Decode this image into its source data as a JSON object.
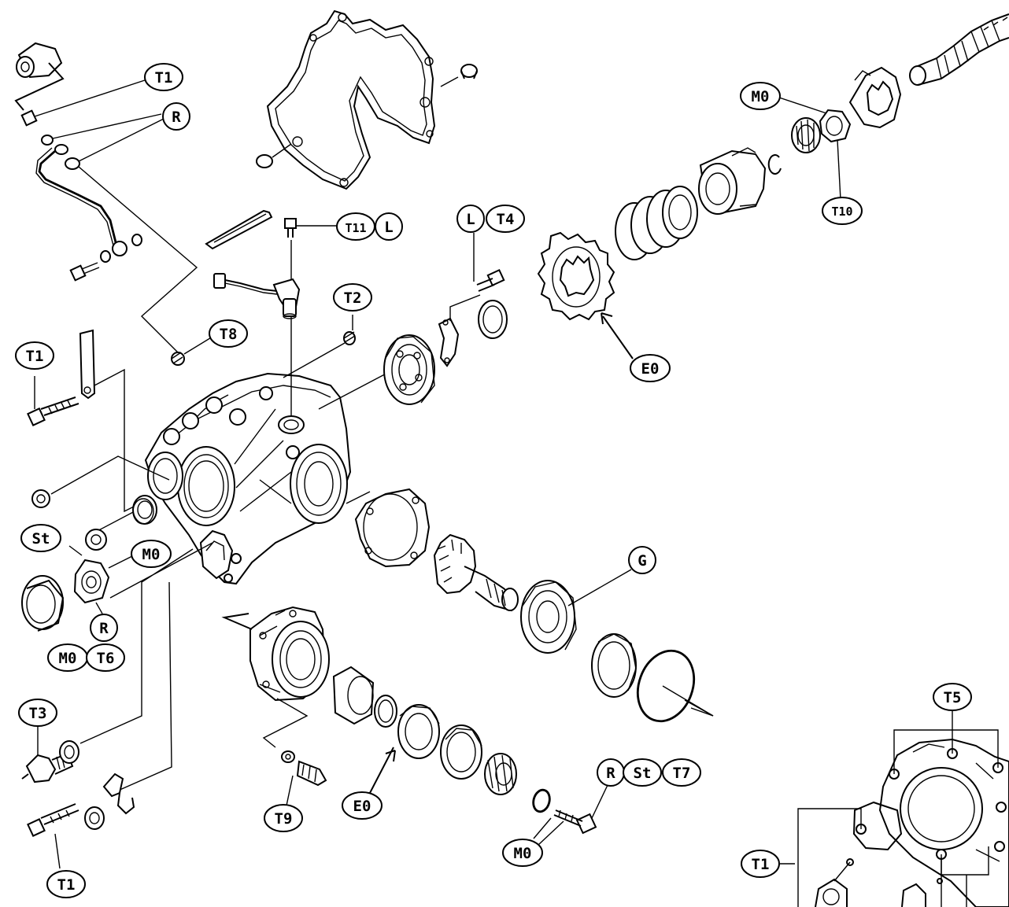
{
  "labels": {
    "t1_top": "T1",
    "r_top": "R",
    "t11": "T11",
    "l_t11": "L",
    "l_t4": "L",
    "t4": "T4",
    "m0_top": "M0",
    "t10": "T10",
    "t2": "T2",
    "t8": "T8",
    "t1_left": "T1",
    "e0_top": "E0",
    "st_left": "St",
    "m0_left": "M0",
    "r_left": "R",
    "m0_t6": "M0",
    "t6": "T6",
    "g": "G",
    "t3": "T3",
    "t9": "T9",
    "e0_bottom": "E0",
    "r_t7": "R",
    "st_t7": "St",
    "t7": "T7",
    "m0_bottom": "M0",
    "t1_bottom": "T1",
    "t5": "T5",
    "t1_inset": "T1"
  }
}
